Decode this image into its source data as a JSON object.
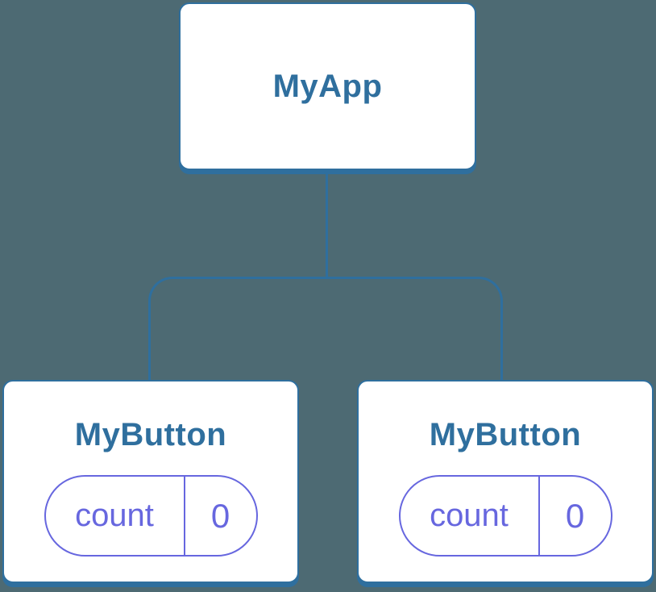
{
  "colors": {
    "bg": "#4D6A73",
    "line_blue": "#2F6F9E",
    "title_blue": "#2F6F9E",
    "pill_purple": "#6767DF",
    "box_bg": "#FFFFFF"
  },
  "tree": {
    "root": {
      "label": "MyApp"
    },
    "children": [
      {
        "label": "MyButton",
        "state": {
          "name": "count",
          "value": "0"
        }
      },
      {
        "label": "MyButton",
        "state": {
          "name": "count",
          "value": "0"
        }
      }
    ]
  }
}
